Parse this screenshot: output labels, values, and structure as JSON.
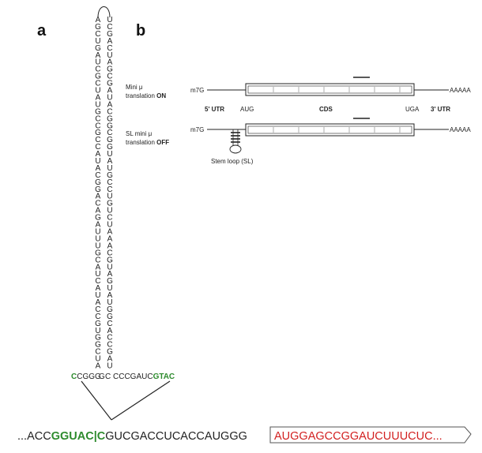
{
  "panels": {
    "a": "a",
    "b": "b"
  },
  "hairpin": {
    "left": "AGCUGAUCGCUAUGCCGCCAUACGGACAGAUUUGCAUCAUACCGUGGCUA",
    "right": "UCGACUAGCGAUACGGCGGUAUGCCUGUCUAAACGUAGUAUGGCACCGAU",
    "foot_left": [
      {
        "text": "C",
        "color": "#2e8b2e",
        "bold": true
      },
      {
        "text": "CGGG",
        "color": "#222222",
        "bold": false
      }
    ],
    "foot_right": [
      {
        "text": "C CCCGAUC",
        "color": "#222222",
        "bold": false
      },
      {
        "text": "GTAC",
        "color": "#2e8b2e",
        "bold": true
      }
    ],
    "base_left": "G"
  },
  "sequence": {
    "segments": [
      {
        "text": "...ACC",
        "color": "#222222",
        "bold": false
      },
      {
        "text": "GGUAC",
        "color": "#2e8b2e",
        "bold": true
      },
      {
        "text": "|",
        "color": "#2e8b2e",
        "bold": true
      },
      {
        "text": "C",
        "color": "#2e8b2e",
        "bold": true
      },
      {
        "text": "GUCGACCUCACCAUGGG",
        "color": "#222222",
        "bold": false
      }
    ],
    "boxed": "AUGGAGCCGGAUCUUUCUC...",
    "boxed_color": "#d22020"
  },
  "constructs": {
    "top": {
      "label_line1": "Mini μ",
      "label_line2_prefix": "translation ",
      "label_line2_state": "ON",
      "cap": "m7G",
      "tail": "AAAAA"
    },
    "bottom": {
      "label_line1": "SL mini μ",
      "label_line2_prefix": "translation ",
      "label_line2_state": "OFF",
      "cap": "m7G",
      "tail": "AAAAA",
      "stem_loop_label": "Stem loop (SL)"
    },
    "annotations": {
      "utr5": "5' UTR",
      "start": "AUG",
      "cds": "CDS",
      "stop": "UGA",
      "utr3": "3' UTR"
    }
  },
  "colors": {
    "green": "#2e8b2e",
    "red": "#d22020",
    "ink": "#222222"
  }
}
